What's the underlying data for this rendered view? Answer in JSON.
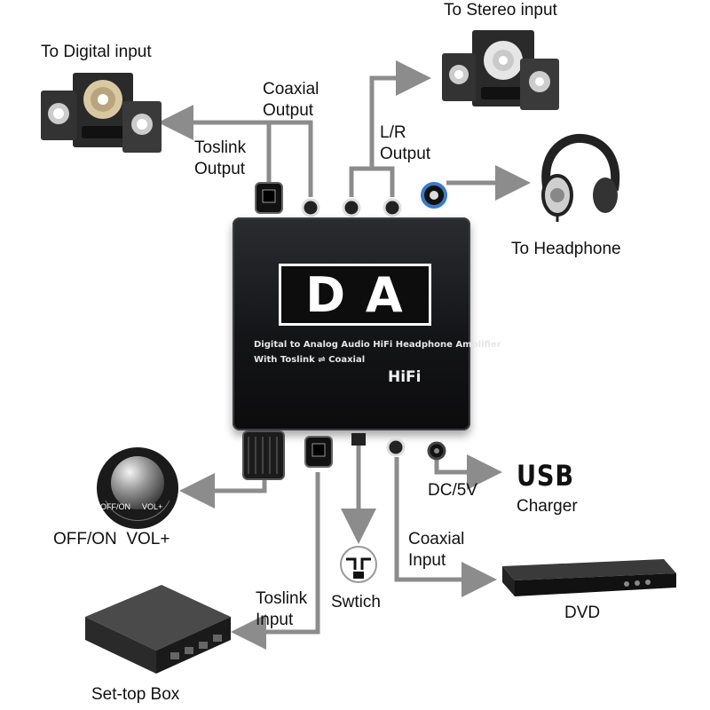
{
  "labels": {
    "to_digital_input": "To Digital input",
    "to_stereo_input": "To Stereo input",
    "coaxial_output_line1": "Coaxial",
    "coaxial_output_line2": "Output",
    "lr_output_line1": "L/R",
    "lr_output_line2": "Output",
    "toslink_output_line1": "Toslink",
    "toslink_output_line2": "Output",
    "to_headphone": "To Headphone",
    "usb": "USB",
    "charger": "Charger",
    "dc_5v": "DC/5V",
    "coaxial_input_line1": "Coaxial",
    "coaxial_input_line2": "Input",
    "dvd": "DVD",
    "switch": "Swtich",
    "toslink_input_line1": "Toslink",
    "toslink_input_line2": "Input",
    "set_top_box": "Set-top Box",
    "off_on_vol": "OFF/ON  VOL+"
  },
  "device": {
    "logo": "D A",
    "subtitle_line1": "Digital to Analog Audio HiFi Headphone Amplifier",
    "subtitle_line2": "With Toslink ⇌ Coaxial",
    "hifi": "HiFi"
  },
  "knob": {
    "off_on": "OFF/ON",
    "vol_plus": "VOL+"
  },
  "colors": {
    "connector_line": "#8c8c8c",
    "device_body": "#141517",
    "text": "#111111"
  }
}
